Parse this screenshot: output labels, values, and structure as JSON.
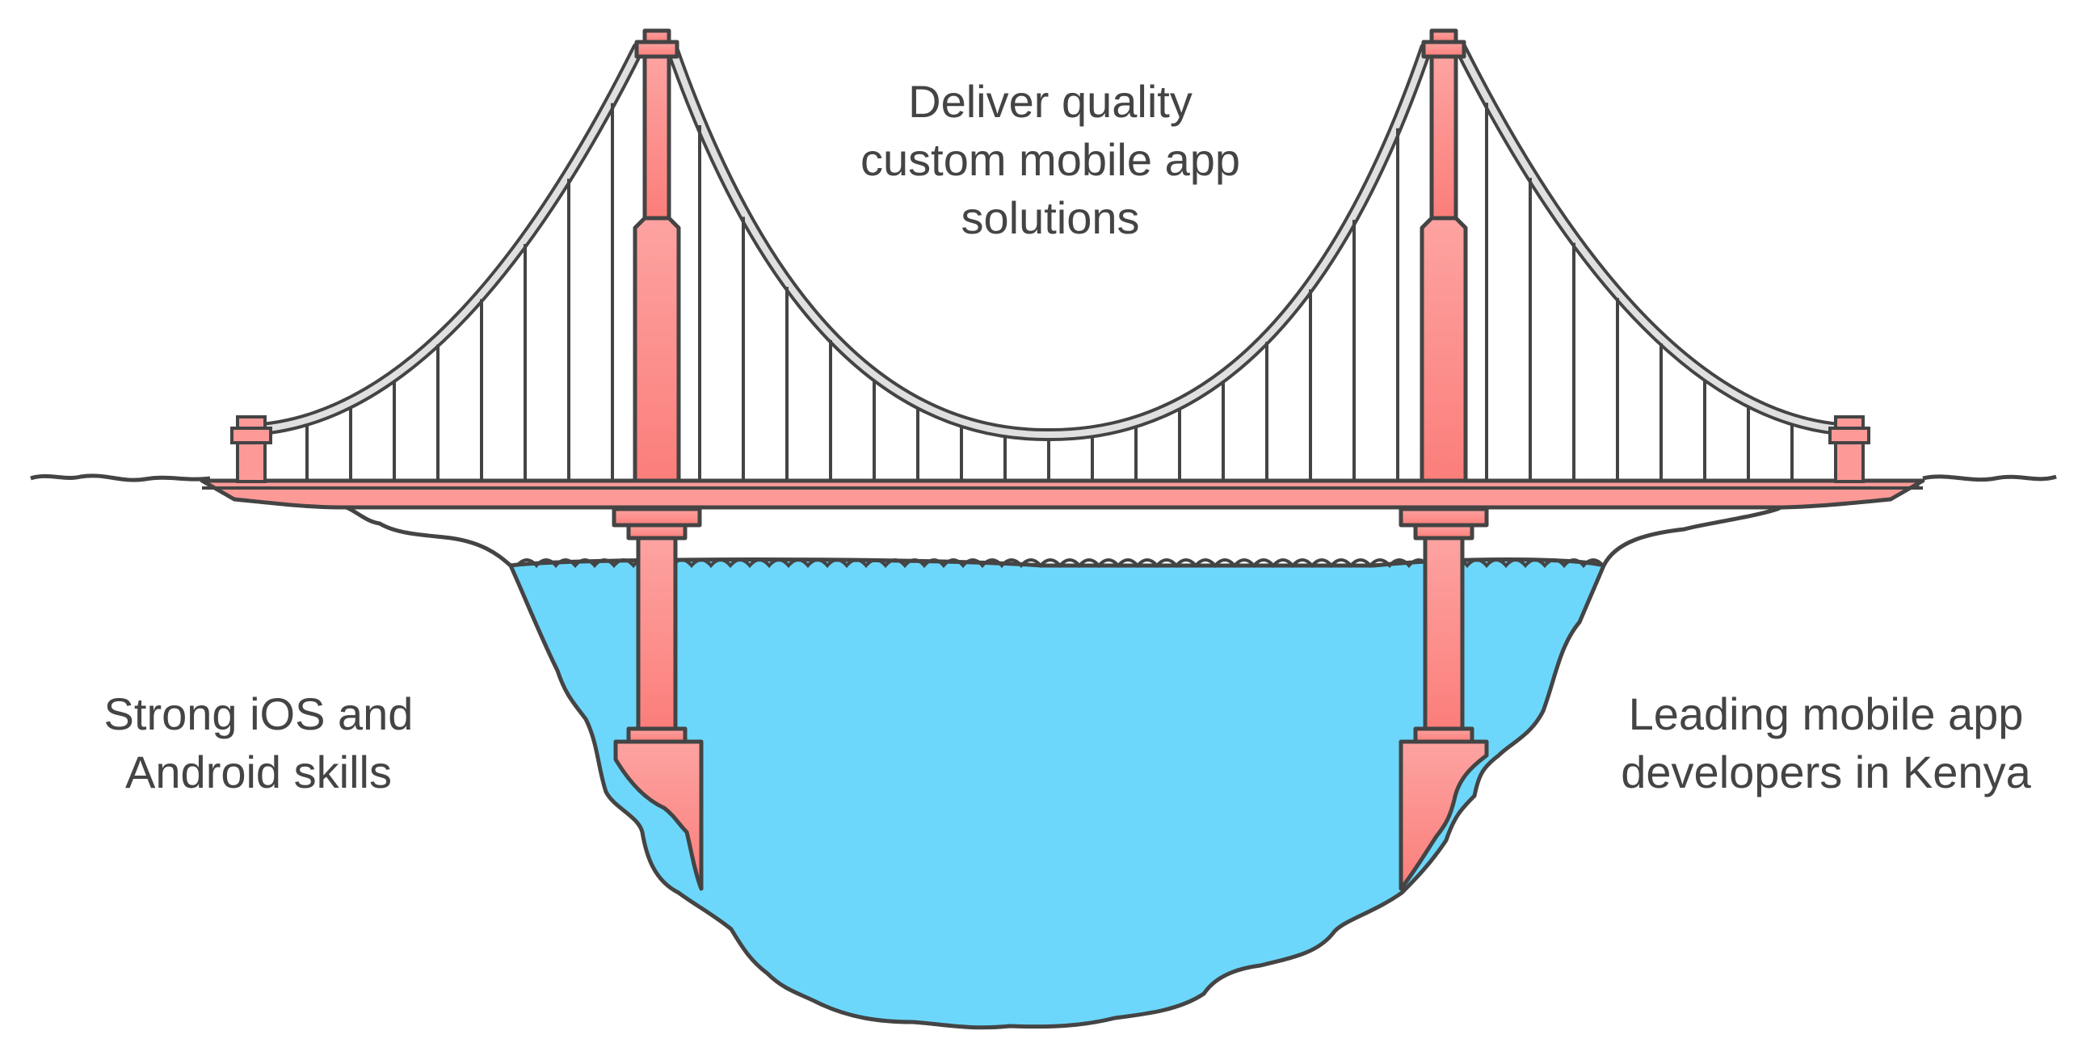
{
  "labels": {
    "top": [
      "Deliver quality",
      "custom mobile app",
      "solutions"
    ],
    "left": [
      "Strong iOS and",
      "Android skills"
    ],
    "right": [
      "Leading mobile app",
      "developers in Kenya"
    ]
  },
  "colors": {
    "outline": "#444444",
    "tower": "#fd9a98",
    "tower_dark": "#fb7c78",
    "cable": "#e0e0e0",
    "water": "#6dd7fb",
    "text": "#444444"
  },
  "icons": {
    "bridge": "suspension-bridge-icon",
    "water": "river-icon"
  }
}
